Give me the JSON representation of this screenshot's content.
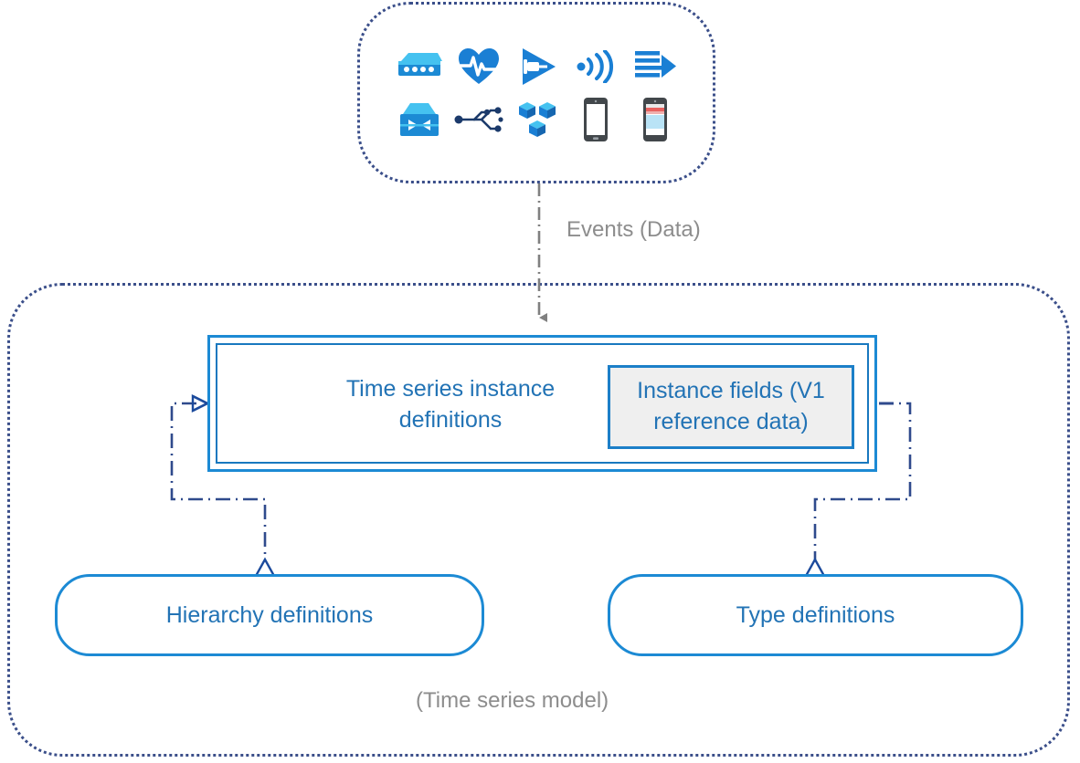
{
  "diagram": {
    "title": "Azure Time Series Insights time series model diagram",
    "colors": {
      "accent_blue": "#1c8ad4",
      "text_blue": "#2273b5",
      "dotted_border": "#3b4f8a",
      "gray_label": "#8d8d8d",
      "connector_navy": "#2f4a8c",
      "arrow_gray": "#808080",
      "field_box_fill": "#efefef"
    },
    "events_source": {
      "name": "devices-group",
      "icons": [
        {
          "name": "gateway-device-icon",
          "label": "Gateway device"
        },
        {
          "name": "heart-rate-monitor-icon",
          "label": "Health monitor"
        },
        {
          "name": "power-plug-icon",
          "label": "Connected plug"
        },
        {
          "name": "wireless-signal-icon",
          "label": "Wireless sensor"
        },
        {
          "name": "data-stream-icon",
          "label": "Data stream"
        },
        {
          "name": "network-switch-icon",
          "label": "Network switch"
        },
        {
          "name": "usb-hub-icon",
          "label": "USB hub"
        },
        {
          "name": "cubes-icon",
          "label": "Modules"
        },
        {
          "name": "mobile-phone-icon",
          "label": "Mobile phone"
        },
        {
          "name": "smartphone-app-icon",
          "label": "Smartphone app"
        }
      ]
    },
    "events_flow_label": "Events (Data)",
    "model_caption": "(Time series model)",
    "instance_box": {
      "title": "Time series instance definitions",
      "field_box_label": "Instance fields (V1 reference data)"
    },
    "hierarchy_box_label": "Hierarchy definitions",
    "type_box_label": "Type definitions"
  }
}
